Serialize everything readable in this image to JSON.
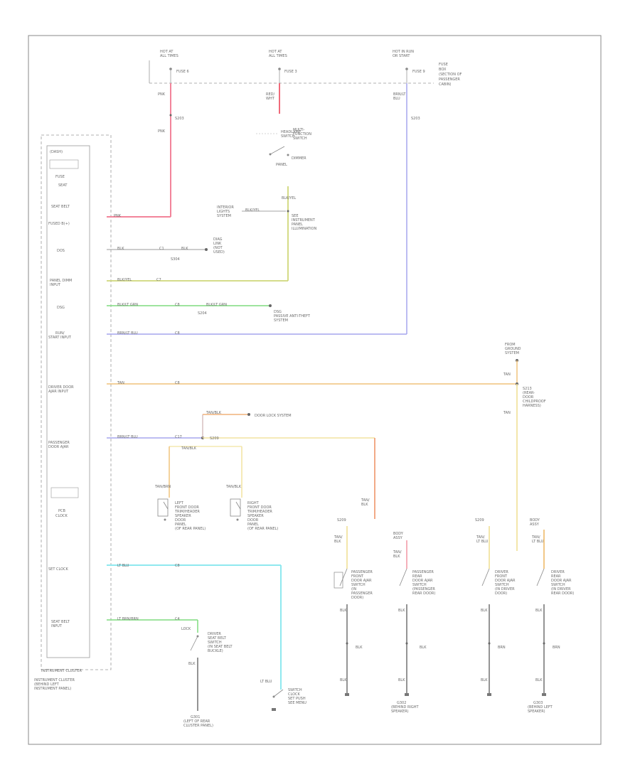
{
  "diagram_code": "",
  "wire_colors": {
    "pink": "#f2849a",
    "red": "#f06a7a",
    "blue": "#a6a6ee",
    "lime": "#cfd77a",
    "green": "#7fdc7f",
    "orange": "#f0c27a",
    "yellow": "#f2e3a0",
    "cyan": "#8fe8ef",
    "lightpink": "#f4a7b3"
  },
  "components": [
    "power-source-1",
    "power-source-2",
    "power-source-3",
    "fuse-box",
    "headlamp-switch",
    "instrument-cluster",
    "dimmer-junction",
    "module-connector",
    "ground-point",
    "splice",
    "left-door-switch",
    "right-door-switch",
    "passenger-front-door-switch",
    "passenger-rear-door-switch",
    "driver-front-door-switch",
    "driver-rear-door-switch",
    "seat-belt-switch",
    "parking-brake-switch",
    "cargo-lamp"
  ]
}
